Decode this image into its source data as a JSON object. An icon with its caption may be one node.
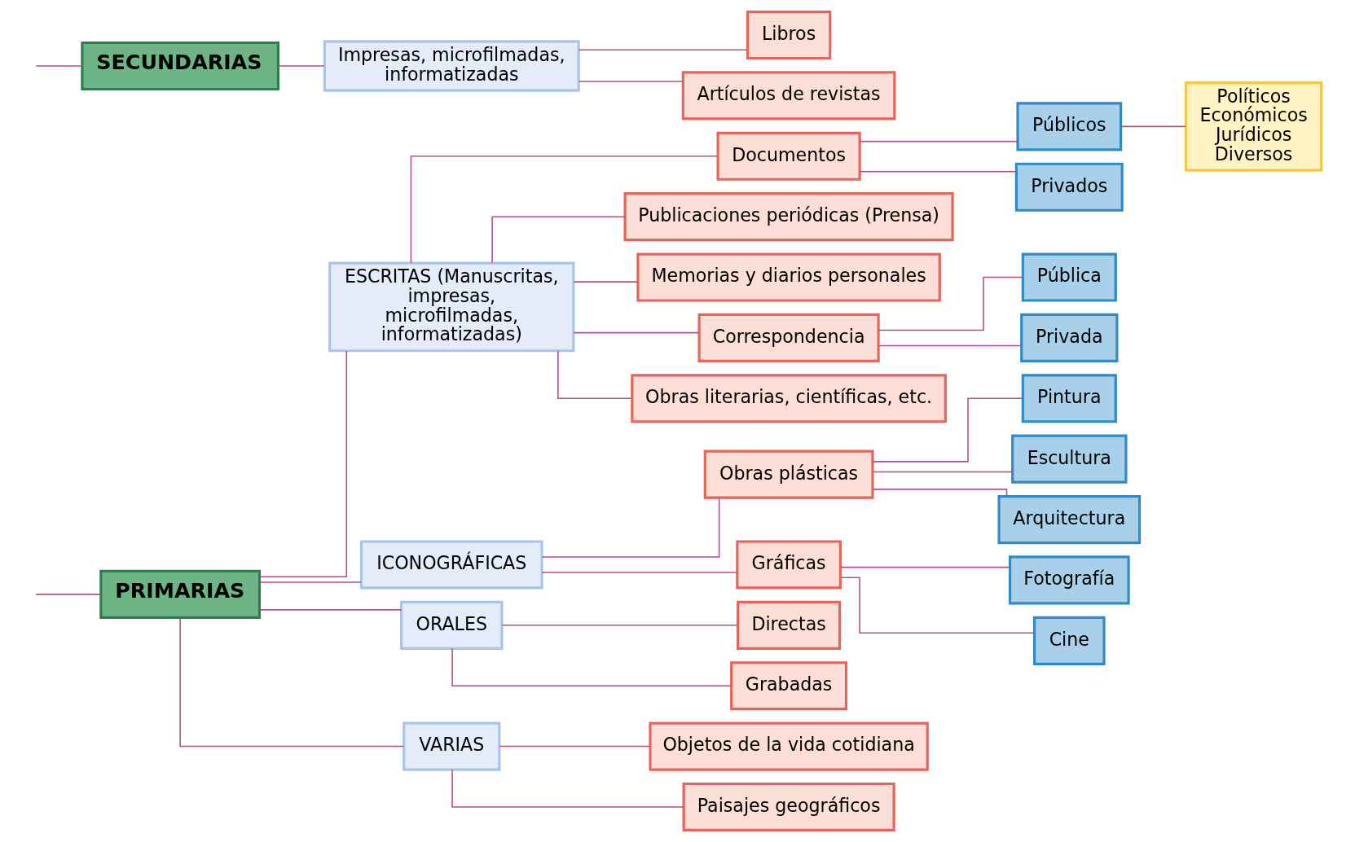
{
  "diagram": {
    "nodes": [
      {
        "text": [
          "PRIMARIAS"
        ]
      },
      {
        "text": [
          "ESCRITAS (Manuscritas, impresas, microfilmadas, informatizadas)"
        ]
      },
      {
        "text": [
          "Documentos"
        ]
      },
      {
        "text": [
          "Públicos"
        ]
      },
      {
        "text": [
          "Privados"
        ]
      },
      {
        "text": [
          "Políticos Económicos Jurídicos Diversos"
        ]
      },
      {
        "text": [
          "Publicaciones periódicas (Prensa)"
        ]
      },
      {
        "text": [
          "Memorias y diarios personales"
        ]
      },
      {
        "text": [
          "Correspondencia"
        ]
      },
      {
        "text": [
          "Pública"
        ]
      },
      {
        "text": [
          "Privada"
        ]
      },
      {
        "text": [
          "Obras literarias, científicas, etc."
        ]
      },
      {
        "text": [
          "ICONOGRÁFICAS"
        ]
      },
      {
        "text": [
          "Obras plásticas"
        ]
      },
      {
        "text": [
          "Pintura"
        ]
      },
      {
        "text": [
          "Escultura"
        ]
      },
      {
        "text": [
          "Arquitectura"
        ]
      },
      {
        "text": [
          "Gráficas"
        ]
      },
      {
        "text": [
          "Fotografía"
        ]
      },
      {
        "text": [
          "Cine"
        ]
      },
      {
        "text": [
          "ORALES"
        ]
      },
      {
        "text": [
          "Directas"
        ]
      },
      {
        "text": [
          "Grabadas"
        ]
      },
      {
        "text": [
          "VARIAS"
        ]
      },
      {
        "text": [
          "Objetos de la vida cotidiana"
        ]
      },
      {
        "text": [
          "Paisajes geográficos"
        ]
      },
      {
        "text": [
          "SECUNDARIAS"
        ]
      },
      {
        "text": [
          "Impresas, microfilmadas, informatizadas"
        ]
      },
      {
        "text": [
          "Libros"
        ]
      },
      {
        "text": [
          "Artículos de revistas"
        ]
      }
    ],
    "edges": [
      {
        "from": null,
        "to": 0,
        "arrow": "none"
      },
      {
        "from": null,
        "to": 26,
        "arrow": "none"
      },
      {
        "from": 0,
        "to": 1,
        "arrow": "none"
      },
      {
        "from": 0,
        "to": 12,
        "arrow": "none"
      },
      {
        "from": 0,
        "to": 20,
        "arrow": "none"
      },
      {
        "from": 0,
        "to": 23,
        "arrow": "none"
      },
      {
        "from": 1,
        "to": 2,
        "arrow": "none"
      },
      {
        "from": 1,
        "to": 6,
        "arrow": "none"
      },
      {
        "from": 1,
        "to": 7,
        "arrow": "none"
      },
      {
        "from": 1,
        "to": 8,
        "arrow": "none"
      },
      {
        "from": 1,
        "to": 11,
        "arrow": "none"
      },
      {
        "from": 2,
        "to": 3,
        "arrow": "none"
      },
      {
        "from": 2,
        "to": 4,
        "arrow": "none"
      },
      {
        "from": 3,
        "to": 5,
        "arrow": "none"
      },
      {
        "from": 8,
        "to": 9,
        "arrow": "none"
      },
      {
        "from": 8,
        "to": 10,
        "arrow": "none"
      },
      {
        "from": 12,
        "to": 13,
        "arrow": "none"
      },
      {
        "from": 12,
        "to": 17,
        "arrow": "none"
      },
      {
        "from": 13,
        "to": 14,
        "arrow": "none"
      },
      {
        "from": 13,
        "to": 15,
        "arrow": "none"
      },
      {
        "from": 13,
        "to": 16,
        "arrow": "none"
      },
      {
        "from": 17,
        "to": 18,
        "arrow": "none"
      },
      {
        "from": 17,
        "to": 19,
        "arrow": "none"
      },
      {
        "from": 20,
        "to": 21,
        "arrow": "none"
      },
      {
        "from": 20,
        "to": 22,
        "arrow": "none"
      },
      {
        "from": 23,
        "to": 24,
        "arrow": "none"
      },
      {
        "from": 23,
        "to": 25,
        "arrow": "none"
      },
      {
        "from": 26,
        "to": 27,
        "arrow": "none"
      },
      {
        "from": 27,
        "to": 28,
        "arrow": "none"
      },
      {
        "from": 27,
        "to": 29,
        "arrow": "none"
      }
    ]
  }
}
